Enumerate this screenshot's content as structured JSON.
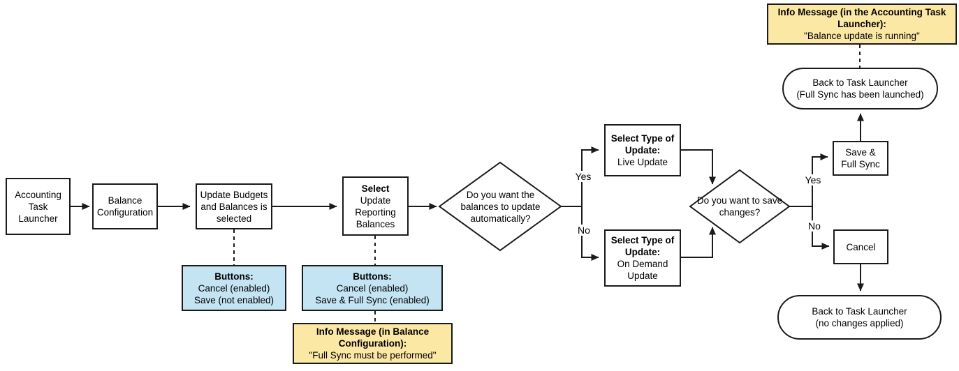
{
  "colors": {
    "line": "#1a1a1a",
    "process_fill": "#ffffff",
    "note_blue": "#c4e3f3",
    "note_yellow": "#fbe8a4"
  },
  "nodes": {
    "accounting_task_launcher": {
      "label": "Accounting Task Launcher"
    },
    "balance_configuration": {
      "label": "Balance Configuration"
    },
    "update_budgets": {
      "label": "Update Budgets and Balances is selected"
    },
    "select_update_reporting": {
      "title": "Select",
      "body": "Update Reporting Balances"
    },
    "decision_auto_update": {
      "label": "Do you want the balances to update automatically?"
    },
    "select_type_live": {
      "title": "Select Type of Update:",
      "body": "Live Update"
    },
    "select_type_on_demand": {
      "title": "Select Type of Update:",
      "body": "On Demand Update"
    },
    "decision_save_changes": {
      "label": "Do you want to save changes?"
    },
    "save_full_sync": {
      "label": "Save & Full Sync"
    },
    "cancel": {
      "label": "Cancel"
    },
    "back_full_sync": {
      "line1": "Back to Task Launcher",
      "line2": "(Full Sync has been launched)"
    },
    "back_no_changes": {
      "line1": "Back to Task Launcher",
      "line2": "(no changes applied)"
    }
  },
  "notes": {
    "info_accounting_launcher": {
      "title": "Info Message (in the Accounting Task Launcher):",
      "body": "\"Balance update is running\""
    },
    "buttons_update_budgets": {
      "title": "Buttons:",
      "line1": "Cancel (enabled)",
      "line2": "Save (not enabled)"
    },
    "buttons_select_reporting": {
      "title": "Buttons:",
      "line1": "Cancel (enabled)",
      "line2": "Save & Full Sync (enabled)"
    },
    "info_balance_config": {
      "title": "Info Message (in Balance Configuration):",
      "body": "\"Full Sync must be performed\""
    }
  },
  "branch_labels": {
    "auto_yes": "Yes",
    "auto_no": "No",
    "save_yes": "Yes",
    "save_no": "No"
  }
}
